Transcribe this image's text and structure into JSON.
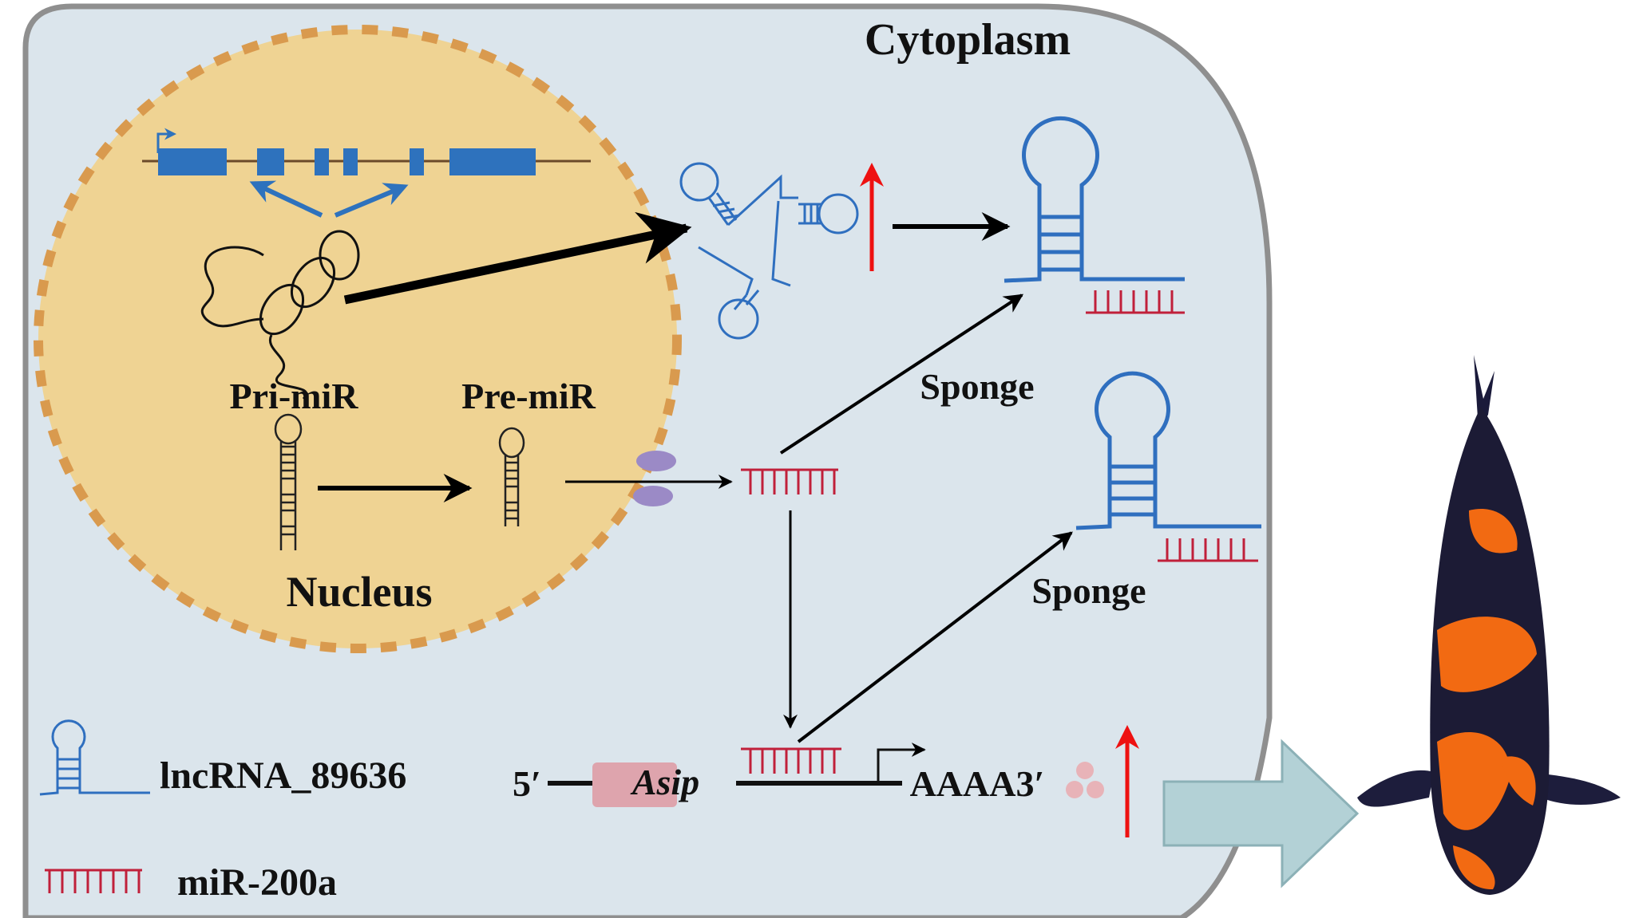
{
  "labels": {
    "cytoplasm": "Cytoplasm",
    "nucleus": "Nucleus",
    "pri_mir": "Pri-miR",
    "pre_mir": "Pre-miR",
    "sponge_top": "Sponge",
    "sponge_bottom": "Sponge",
    "five_prime": "5′",
    "gene": "Asip",
    "poly_a": "AAAA3′"
  },
  "legend": {
    "items": [
      {
        "symbol": "lncrna-hairpin-icon",
        "label": "lncRNA_89636"
      },
      {
        "symbol": "mirna-comb-icon",
        "label": "miR-200a"
      }
    ]
  },
  "colors": {
    "cytoplasm_fill": "#dbe5ec",
    "cell_border": "#8f8f8f",
    "nucleus_fill": "#efd393",
    "nucleus_border": "#d99a4e",
    "rna_blue": "#2f6fbf",
    "exon_blue": "#2e72bd",
    "mirna_red": "#c0203a",
    "up_arrow_red": "#ee1111",
    "pore_purple": "#9b8ac6",
    "asip_pink": "#dea4ad",
    "ribosome_pink": "#e8b3b8",
    "big_arrow_fill": "#b3d1d6",
    "arrow_black": "#000000"
  },
  "regulation": {
    "lncrna_level": "up",
    "asip_expression": "up"
  }
}
